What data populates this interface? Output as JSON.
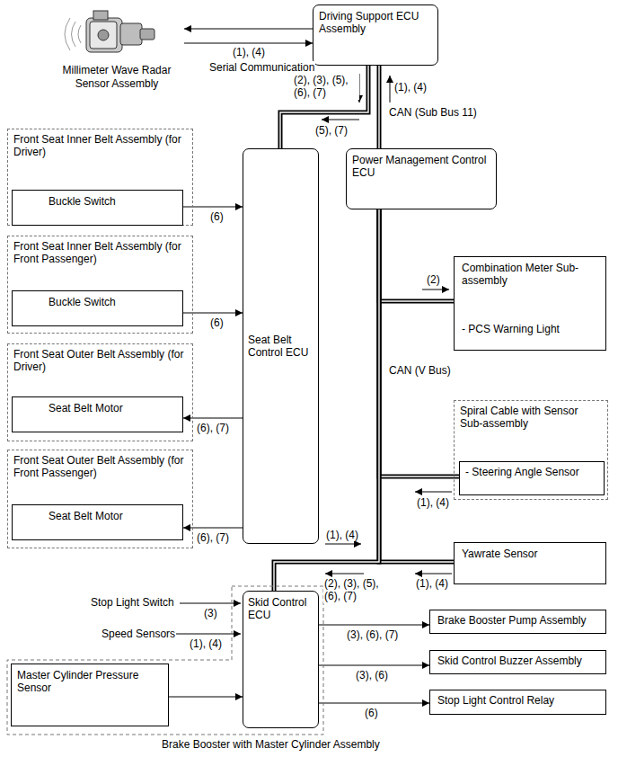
{
  "diagram": {
    "nodes": [
      {
        "text": [
          "Millimeter Wave Radar Sensor Assembly"
        ]
      },
      {
        "text": [
          "Driving Support ECU Assembly"
        ]
      },
      {
        "text": [
          "Front Seat Inner Belt Assembly (for Driver)"
        ]
      },
      {
        "text": [
          "Buckle Switch"
        ],
        "in": 2
      },
      {
        "text": [
          "Front Seat Inner Belt Assembly (for Front Passenger)"
        ]
      },
      {
        "text": [
          "Buckle Switch"
        ],
        "in": 4
      },
      {
        "text": [
          "Front Seat Outer Belt Assembly (for Driver)"
        ]
      },
      {
        "text": [
          "Seat Belt Motor"
        ],
        "in": 6
      },
      {
        "text": [
          "Front Seat Outer Belt Assembly (for Front Passenger)"
        ]
      },
      {
        "text": [
          "Seat Belt Motor"
        ],
        "in": 8
      },
      {
        "text": [
          "Seat Belt Control ECU"
        ]
      },
      {
        "text": [
          "Power Management Control ECU"
        ]
      },
      {
        "text": [
          "Combination Meter Sub-assembly",
          "- PCS Warning Light"
        ]
      },
      {
        "text": [
          "Spiral Cable with Sensor Sub-assembly"
        ]
      },
      {
        "text": [
          "- Steering Angle Sensor"
        ],
        "in": 13
      },
      {
        "text": [
          "Yawrate Sensor"
        ]
      },
      {
        "text": [
          "Brake Booster with Master Cylinder Assembly"
        ]
      },
      {
        "text": [
          "Skid Control ECU"
        ],
        "in": 16
      },
      {
        "text": [
          "Master Cylinder Pressure Sensor"
        ],
        "in": 16
      },
      {
        "text": [
          "Brake Booster Pump Assembly"
        ]
      },
      {
        "text": [
          "Skid Control Buzzer Assembly"
        ]
      },
      {
        "text": [
          "Stop Light Control Relay"
        ]
      }
    ],
    "edges": [
      {
        "from": 1,
        "to": 0,
        "arrow": "to"
      },
      {
        "from": 0,
        "to": 1,
        "label": "(1), (4)",
        "arrow": "to"
      },
      {
        "from": 3,
        "to": 10,
        "label": "(6)",
        "arrow": "to"
      },
      {
        "from": 5,
        "to": 10,
        "label": "(6)",
        "arrow": "to"
      },
      {
        "from": 10,
        "to": 7,
        "label": "(6), (7)",
        "arrow": "to"
      },
      {
        "from": 10,
        "to": 9,
        "label": "(6), (7)",
        "arrow": "to"
      },
      {
        "from": 18,
        "to": 17,
        "arrow": "to"
      },
      {
        "from": 17,
        "to": 19,
        "label": "(3), (6), (7)",
        "arrow": "to"
      },
      {
        "from": 17,
        "to": 20,
        "label": "(3), (6)",
        "arrow": "to"
      },
      {
        "from": 17,
        "to": 21,
        "label": "(6)",
        "arrow": "to"
      },
      {
        "from": 1,
        "to": 10,
        "arrow": "none"
      },
      {
        "from": 1,
        "to": 11,
        "arrow": "none"
      },
      {
        "from": 11,
        "to": 12,
        "arrow": "none"
      },
      {
        "from": 11,
        "to": 14,
        "arrow": "none"
      },
      {
        "from": 11,
        "to": 15,
        "arrow": "none"
      },
      {
        "from": 11,
        "to": 17,
        "arrow": "none"
      }
    ],
    "labels": [
      "Serial Communication",
      "(2), (3), (5), (6), (7)",
      "(1), (4)",
      "CAN (Sub Bus 11)",
      "(5), (7)",
      "(2)",
      "CAN (V Bus)",
      "(1), (4)",
      "(1), (4)",
      "(2), (3), (5), (6), (7)",
      "(1), (4)",
      "Stop Light Switch",
      "(3)",
      "Speed Sensors",
      "(1), (4)"
    ]
  }
}
